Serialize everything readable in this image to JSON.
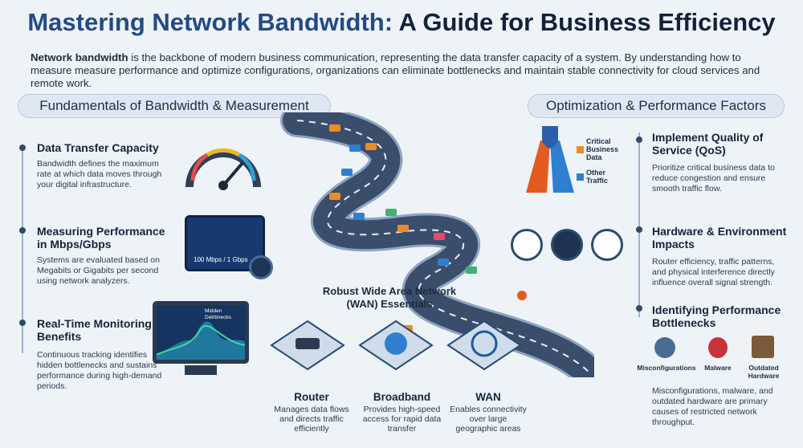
{
  "title_part1": "Mastering Network Bandwidth:",
  "title_part2": "A Guide for Business Efficiency",
  "intro_bold": "Network bandwidth",
  "intro_rest": " is the backbone of modern business communication, representing the data transfer capacity of a system. By understanding how to measure measure performance and optimize configurations, organizations can eliminate bottlenecks and maintain stable connectivity for cloud services and remote work.",
  "left_section": {
    "header": "Fundamentals of Bandwidth & Measurement",
    "items": [
      {
        "title": "Data Transfer Capacity",
        "desc": "Bandwidth defines the maximum rate at which data moves through your digital infrastructure."
      },
      {
        "title": "Measuring Performance in Mbps/Gbps",
        "desc": "Systems are evaluated based on Megabits or Gigabits per second using network analyzers."
      },
      {
        "title": "Real-Time Monitoring Benefits",
        "desc": "Continuous tracking identifies hidden bottlenecks and sustains performance during high-demand periods."
      }
    ],
    "gauge_readout": "100 Mbps / 1 Gbps",
    "monitor_label": "Midden Detrbnecks"
  },
  "right_section": {
    "header": "Optimization & Performance Factors",
    "qos_legend": {
      "critical": "Critical Business Data",
      "other": "Other Traffic"
    },
    "items": [
      {
        "title": "Implement Quality of Service (QoS)",
        "desc": "Prioritize critical business data to reduce congestion and ensure smooth traffic flow."
      },
      {
        "title": "Hardware & Environment Impacts",
        "desc": "Router efficiency, traffic patterns, and physical interference directly influence overall signal strength."
      },
      {
        "title": "Identifying Performance Bottlenecks",
        "desc": "Misconfigurations, malware, and outdated hardware are primary causes of restricted network throughput."
      }
    ],
    "bottleneck_icons": [
      "Misconfigurations",
      "Malware",
      "Outdated Hardware"
    ]
  },
  "wan": {
    "header": "Robust Wide Area Network (WAN) Essentials",
    "cards": [
      {
        "label": "Router",
        "desc": "Manages data flows and directs traffic efficiently"
      },
      {
        "label": "Broadband",
        "desc": "Provides high-speed access for rapid data transfer"
      },
      {
        "label": "WAN",
        "desc": "Enables connectivity over large geographic areas"
      }
    ]
  },
  "colors": {
    "title_blue": "#234a86",
    "road": "#3a4e6c",
    "accent_orange": "#f08a24",
    "accent_blue": "#2f7fd1"
  }
}
